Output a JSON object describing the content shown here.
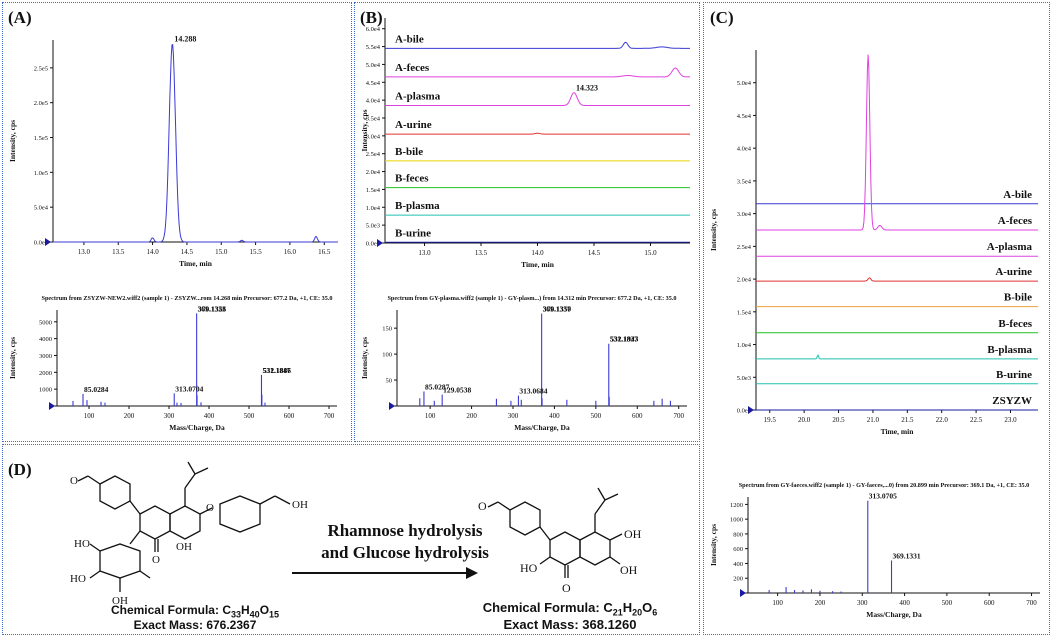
{
  "labels": {
    "A": "(A)",
    "B": "(B)",
    "C": "(C)",
    "D": "(D)"
  },
  "colors": {
    "blue": "#3a3ad6",
    "magenta": "#e040e0",
    "red": "#e03030",
    "yellow": "#e8d400",
    "green": "#22c022",
    "teal": "#20c0b0",
    "orange": "#f0a040",
    "darkblue": "#1a1aa0",
    "border": "#3a6fc4"
  },
  "chart_data": [
    {
      "id": "A-chrom",
      "type": "line",
      "xlabel": "Time, min",
      "ylabel": "Intensity, cps",
      "xlim": [
        12.55,
        16.7
      ],
      "ylim": [
        0,
        290000
      ],
      "xticks": [
        "13.0",
        "13.5",
        "14.0",
        "14.5",
        "15.0",
        "15.5",
        "16.0",
        "16.5"
      ],
      "yticks": [
        {
          "v": 0,
          "label": "0.0e0"
        },
        {
          "v": 50000,
          "label": "5.0e4"
        },
        {
          "v": 100000,
          "label": "1.0e5"
        },
        {
          "v": 150000,
          "label": "1.5e5"
        },
        {
          "v": 200000,
          "label": "2.0e5"
        },
        {
          "v": 250000,
          "label": "2.5e5"
        }
      ],
      "peaks": [
        {
          "x": 14.288,
          "h": 285000,
          "w": 0.045
        },
        {
          "x": 14.0,
          "h": 6000,
          "w": 0.02
        },
        {
          "x": 16.38,
          "h": 8000,
          "w": 0.02
        },
        {
          "x": 15.3,
          "h": 2500,
          "w": 0.02
        }
      ],
      "annotations": [
        {
          "x": 14.288,
          "y": 285000,
          "label": "14.288"
        }
      ]
    },
    {
      "id": "A-ms",
      "type": "bar",
      "title": "Spectrum from ZSYZW-NEW2.wiff2 (sample 1) - ZSYZW...rom 14.268 min Precursor: 677.2 Da, +1, CE: 35.0",
      "xlabel": "Mass/Charge, Da",
      "ylabel": "Intensity, cps",
      "xlim": [
        20,
        720
      ],
      "ylim": [
        0,
        5700
      ],
      "xticks": [
        "100",
        "200",
        "300",
        "400",
        "500",
        "600",
        "700"
      ],
      "yticks": [
        "0",
        "1000",
        "2000",
        "3000",
        "4000",
        "5000"
      ],
      "peaks": [
        [
          85.03,
          720
        ],
        [
          60,
          300
        ],
        [
          95,
          350
        ],
        [
          130,
          250
        ],
        [
          140,
          200
        ],
        [
          313.07,
          750
        ],
        [
          320,
          200
        ],
        [
          330,
          180
        ],
        [
          369.13,
          5500
        ],
        [
          370.14,
          640
        ],
        [
          380,
          220
        ],
        [
          531.18,
          1850
        ],
        [
          532.19,
          680
        ],
        [
          540,
          200
        ]
      ],
      "annotations": [
        {
          "mz": 85.0284,
          "label": "85.0284"
        },
        {
          "mz": 313.0704,
          "label": "313.0704"
        },
        {
          "mz": 369.1323,
          "label": "369.1323"
        },
        {
          "mz": 370.1356,
          "label": "370.1356"
        },
        {
          "mz": 531.1847,
          "label": "531.1847"
        },
        {
          "mz": 532.1886,
          "label": "532.1886"
        }
      ]
    },
    {
      "id": "B-chrom",
      "type": "line",
      "xlabel": "Time, min",
      "ylabel": "Intensity, cps",
      "xlim": [
        12.65,
        15.35
      ],
      "ylim": [
        0,
        63000
      ],
      "xticks": [
        "13.0",
        "13.5",
        "14.0",
        "14.5",
        "15.0"
      ],
      "yticks": [
        {
          "v": 0,
          "label": "0.0e0"
        },
        {
          "v": 5000,
          "label": "5.0e3"
        },
        {
          "v": 10000,
          "label": "1.0e4"
        },
        {
          "v": 15000,
          "label": "1.5e4"
        },
        {
          "v": 20000,
          "label": "2.0e4"
        },
        {
          "v": 25000,
          "label": "2.5e4"
        },
        {
          "v": 30000,
          "label": "3.0e4"
        },
        {
          "v": 35000,
          "label": "3.5e4"
        },
        {
          "v": 40000,
          "label": "4.0e4"
        },
        {
          "v": 45000,
          "label": "4.5e4"
        },
        {
          "v": 50000,
          "label": "5.0e4"
        },
        {
          "v": 55000,
          "label": "5.5e4"
        },
        {
          "v": 60000,
          "label": "6.0e4"
        }
      ],
      "series": [
        {
          "name": "A-bile",
          "color": "#3a3ad6",
          "base": 54500,
          "peaks": [
            {
              "x": 14.78,
              "h": 1700,
              "w": 0.02
            },
            {
              "x": 15.1,
              "h": 400,
              "w": 0.05
            }
          ]
        },
        {
          "name": "A-feces",
          "color": "#e040e0",
          "base": 46500,
          "peaks": [
            {
              "x": 15.22,
              "h": 2500,
              "w": 0.03
            },
            {
              "x": 14.8,
              "h": 400,
              "w": 0.05
            }
          ]
        },
        {
          "name": "A-plasma",
          "color": "#e040e0",
          "base": 38500,
          "peaks": [
            {
              "x": 14.323,
              "h": 3600,
              "w": 0.028
            }
          ]
        },
        {
          "name": "A-urine",
          "color": "#e03030",
          "base": 30500,
          "peaks": [
            {
              "x": 14.0,
              "h": 250,
              "w": 0.02
            }
          ]
        },
        {
          "name": "B-bile",
          "color": "#e8d400",
          "base": 23000,
          "peaks": []
        },
        {
          "name": "B-feces",
          "color": "#22c022",
          "base": 15500,
          "peaks": []
        },
        {
          "name": "B-plasma",
          "color": "#20c0b0",
          "base": 7800,
          "peaks": []
        },
        {
          "name": "B-urine",
          "color": "#1a1aa0",
          "base": 200,
          "peaks": []
        }
      ],
      "annotations": [
        {
          "x": 14.323,
          "y": 42100,
          "label": "14.323"
        }
      ]
    },
    {
      "id": "B-ms",
      "type": "bar",
      "title": "Spectrum from GY-plasma.wiff2 (sample 1) - GY-plasm...) from 14.312 min Precursor: 677.2 Da, +1, CE: 35.0",
      "xlabel": "Mass/Charge, Da",
      "ylabel": "Intensity, cps",
      "xlim": [
        20,
        720
      ],
      "ylim": [
        0,
        185
      ],
      "xticks": [
        "100",
        "200",
        "300",
        "400",
        "500",
        "600",
        "700"
      ],
      "yticks": [
        "0",
        "50",
        "100",
        "150"
      ],
      "peaks": [
        [
          85.03,
          28
        ],
        [
          75,
          15
        ],
        [
          129.05,
          22
        ],
        [
          110,
          10
        ],
        [
          260,
          14
        ],
        [
          295,
          10
        ],
        [
          313.07,
          20
        ],
        [
          320,
          12
        ],
        [
          369.13,
          178
        ],
        [
          370.14,
          15
        ],
        [
          430,
          12
        ],
        [
          500,
          10
        ],
        [
          531.18,
          120
        ],
        [
          532.19,
          18
        ],
        [
          640,
          10
        ],
        [
          660,
          14
        ],
        [
          680,
          10
        ]
      ],
      "annotations": [
        {
          "mz": 85.0287,
          "label": "85.0287"
        },
        {
          "mz": 129.0538,
          "label": "129.0538"
        },
        {
          "mz": 313.0684,
          "label": "313.0684"
        },
        {
          "mz": 369.1337,
          "label": "369.1337"
        },
        {
          "mz": 370.135,
          "label": "370.1350"
        },
        {
          "mz": 531.1837,
          "label": "531.1837"
        },
        {
          "mz": 532.1943,
          "label": "532.1943"
        }
      ]
    },
    {
      "id": "C-chrom",
      "type": "line",
      "xlabel": "Time, min",
      "ylabel": "Intensity, cps",
      "xlim": [
        19.3,
        23.4
      ],
      "ylim": [
        0,
        55000
      ],
      "xticks": [
        "19.5",
        "20.0",
        "20.5",
        "21.0",
        "21.5",
        "22.0",
        "22.5",
        "23.0"
      ],
      "yticks": [
        {
          "v": 0,
          "label": "0.0e0"
        },
        {
          "v": 5000,
          "label": "5.0e3"
        },
        {
          "v": 10000,
          "label": "1.0e4"
        },
        {
          "v": 15000,
          "label": "1.5e4"
        },
        {
          "v": 20000,
          "label": "2.0e4"
        },
        {
          "v": 25000,
          "label": "2.5e4"
        },
        {
          "v": 30000,
          "label": "3.0e4"
        },
        {
          "v": 35000,
          "label": "3.5e4"
        },
        {
          "v": 40000,
          "label": "4.0e4"
        },
        {
          "v": 45000,
          "label": "4.5e4"
        },
        {
          "v": 50000,
          "label": "5.0e4"
        }
      ],
      "series": [
        {
          "name": "A-bile",
          "color": "#3a3ad6",
          "base": 31500,
          "peaks": []
        },
        {
          "name": "A-feces",
          "color": "#e040e0",
          "base": 27500,
          "peaks": [
            {
              "x": 20.93,
              "h": 26800,
              "w": 0.025
            },
            {
              "x": 21.1,
              "h": 700,
              "w": 0.03
            }
          ]
        },
        {
          "name": "A-plasma",
          "color": "#e040e0",
          "base": 23500,
          "peaks": []
        },
        {
          "name": "A-urine",
          "color": "#e03030",
          "base": 19700,
          "peaks": [
            {
              "x": 20.95,
              "h": 500,
              "w": 0.02
            }
          ]
        },
        {
          "name": "B-bile",
          "color": "#f0a040",
          "base": 15800,
          "peaks": []
        },
        {
          "name": "B-feces",
          "color": "#22c022",
          "base": 11800,
          "peaks": []
        },
        {
          "name": "B-plasma",
          "color": "#20c0b0",
          "base": 7800,
          "peaks": [
            {
              "x": 20.2,
              "h": 600,
              "w": 0.01
            }
          ]
        },
        {
          "name": "B-urine",
          "color": "#20c0b0",
          "base": 4000,
          "peaks": []
        },
        {
          "name": "ZSYZW",
          "color": "#1a1aa0",
          "base": 0,
          "peaks": []
        }
      ]
    },
    {
      "id": "C-ms",
      "type": "bar",
      "title": "Spectrum from GY-faeces.wiff2 (sample 1) - GY-faeces,...0) from 20.899 min Precursor: 369.1 Da, +1, CE: 35.0",
      "xlabel": "Mass/Charge, Da",
      "ylabel": "Intensity, cps",
      "xlim": [
        30,
        720
      ],
      "ylim": [
        0,
        1300
      ],
      "xticks": [
        "100",
        "200",
        "300",
        "400",
        "500",
        "600",
        "700"
      ],
      "yticks": [
        "0",
        "200",
        "400",
        "600",
        "800",
        "1000",
        "1200"
      ],
      "peaks": [
        [
          80,
          40
        ],
        [
          120,
          80
        ],
        [
          140,
          40
        ],
        [
          160,
          35
        ],
        [
          180,
          50
        ],
        [
          200,
          30
        ],
        [
          230,
          25
        ],
        [
          250,
          20
        ],
        [
          313.07,
          1250
        ],
        [
          369.13,
          440
        ]
      ],
      "annotations": [
        {
          "mz": 313.0705,
          "label": "313.0705"
        },
        {
          "mz": 369.1331,
          "label": "369.1331"
        }
      ]
    }
  ],
  "reaction": {
    "arrow_line1": "Rhamnose hydrolysis",
    "arrow_line2": "and Glucose hydrolysis",
    "left_formula_label": "Chemical Formula: ",
    "left_formula": "C33H40O15",
    "left_mass": "Exact Mass: 676.2367",
    "right_formula_label": "Chemical Formula: ",
    "right_formula": "C21H20O6",
    "right_mass": "Exact Mass: 368.1260",
    "atoms": [
      "O",
      "O",
      "O",
      "O",
      "O",
      "OH",
      "OH",
      "HO",
      "OH",
      "OH",
      "HO",
      "OH",
      "OH",
      "O",
      "O",
      "O",
      "O",
      "OH",
      "HO",
      "OH",
      "O"
    ]
  }
}
